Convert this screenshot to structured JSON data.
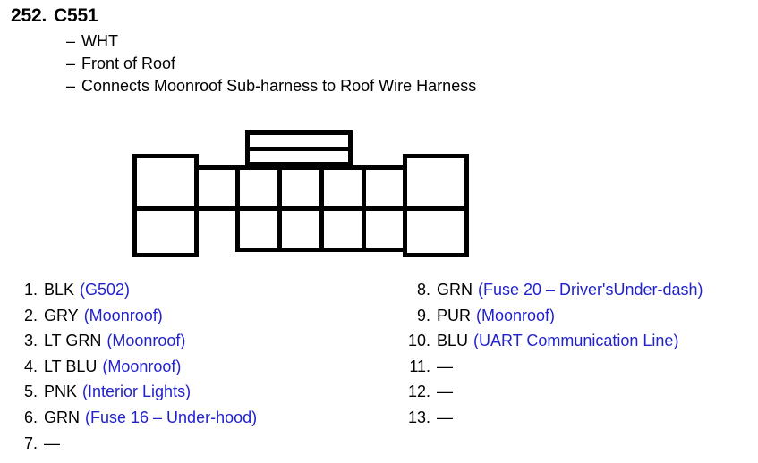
{
  "header": {
    "item_number": "252.",
    "connector_id": "C551",
    "bullet": "–",
    "details": [
      "WHT",
      "Front of Roof",
      "Connects Moonroof Sub-harness to Roof Wire Harness"
    ]
  },
  "colors": {
    "text": "#000000",
    "accent_blue": "#2222cc",
    "outline": "#000000",
    "background": "#ffffff"
  },
  "connector": {
    "name": "C551",
    "pin_count": 13,
    "cells": [
      {
        "number": "1",
        "row": "top",
        "shape": "tall-end-left"
      },
      {
        "number": "2",
        "row": "top",
        "shape": "top-only"
      },
      {
        "number": "3",
        "row": "top",
        "shape": "standard"
      },
      {
        "number": "4",
        "row": "top",
        "shape": "standard"
      },
      {
        "number": "5",
        "row": "top",
        "shape": "standard"
      },
      {
        "number": "6",
        "row": "top",
        "shape": "standard"
      },
      {
        "number": "7",
        "row": "top",
        "shape": "tall-end-right"
      },
      {
        "number": "8",
        "row": "bottom",
        "shape": "tall-end-left"
      },
      {
        "number": "9",
        "row": "bottom",
        "shape": "standard"
      },
      {
        "number": "10",
        "row": "bottom",
        "shape": "standard"
      },
      {
        "number": "11",
        "row": "bottom",
        "shape": "standard"
      },
      {
        "number": "12",
        "row": "bottom",
        "shape": "standard"
      },
      {
        "number": "13",
        "row": "bottom",
        "shape": "tall-end-right"
      }
    ]
  },
  "pins": {
    "left_column": [
      {
        "num": "1.",
        "wire": "BLK",
        "desc": "(G502)"
      },
      {
        "num": "2.",
        "wire": "GRY",
        "desc": "(Moonroof)"
      },
      {
        "num": "3.",
        "wire": "LT GRN",
        "desc": "(Moonroof)"
      },
      {
        "num": "4.",
        "wire": "LT BLU",
        "desc": "(Moonroof)"
      },
      {
        "num": "5.",
        "wire": "PNK",
        "desc": "(Interior Lights)"
      },
      {
        "num": "6.",
        "wire": "GRN",
        "desc": "(Fuse 16 – Under-hood)"
      },
      {
        "num": "7.",
        "wire": "—",
        "desc": ""
      }
    ],
    "right_column": [
      {
        "num": "8.",
        "wire": "GRN",
        "desc": "(Fuse 20 – Driver'sUnder-dash)"
      },
      {
        "num": "9.",
        "wire": "PUR",
        "desc": "(Moonroof)"
      },
      {
        "num": "10.",
        "wire": "BLU",
        "desc": "(UART Communication Line)"
      },
      {
        "num": "11.",
        "wire": "—",
        "desc": ""
      },
      {
        "num": "12.",
        "wire": "—",
        "desc": ""
      },
      {
        "num": "13.",
        "wire": "—",
        "desc": ""
      }
    ]
  }
}
